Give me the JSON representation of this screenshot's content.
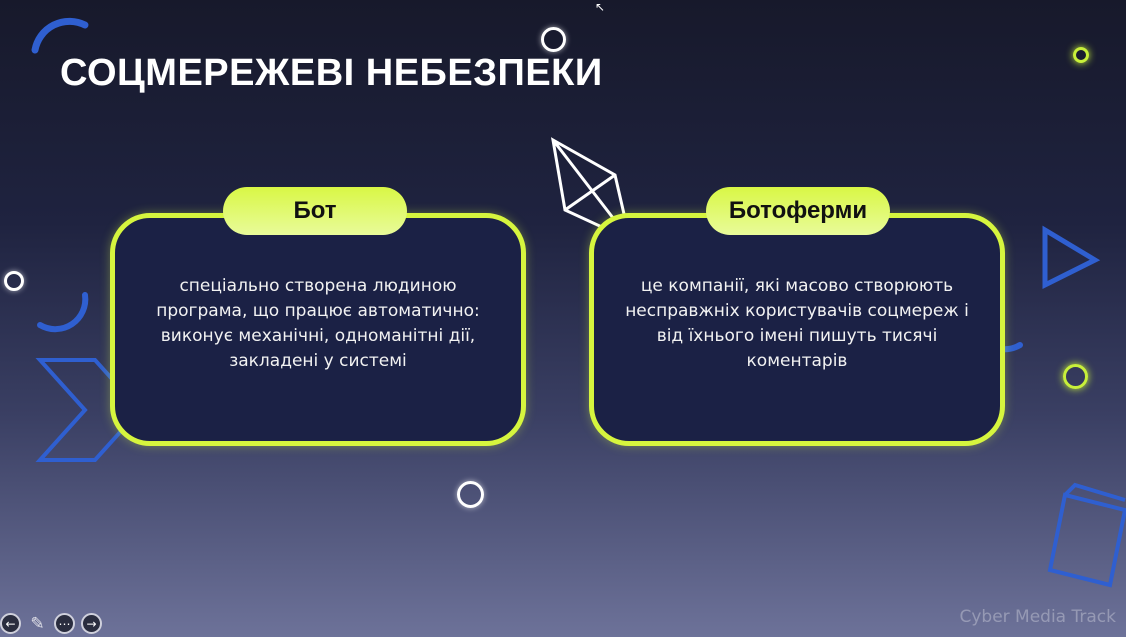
{
  "slide": {
    "title": "СОЦМЕРЕЖЕВІ НЕБЕЗПЕКИ",
    "cards": [
      {
        "heading": "Бот",
        "text": "спеціально створена людиною програма, що працює автоматично: виконує механічні, одноманітні дії, закладені у системі"
      },
      {
        "heading": "Ботоферми",
        "text": "це компанії, які масово створюють несправжніх користувачів соцмереж і від їхнього імені пишуть тисячі коментарів"
      }
    ],
    "watermark": "Cyber Media Track"
  },
  "controls": {
    "prev": "previous-icon",
    "pen": "pen-icon",
    "more": "more-icon",
    "next": "next-icon"
  },
  "colors": {
    "accent": "#d6f53e",
    "card": "#1b2145",
    "deco_blue": "#2f5fd0"
  }
}
